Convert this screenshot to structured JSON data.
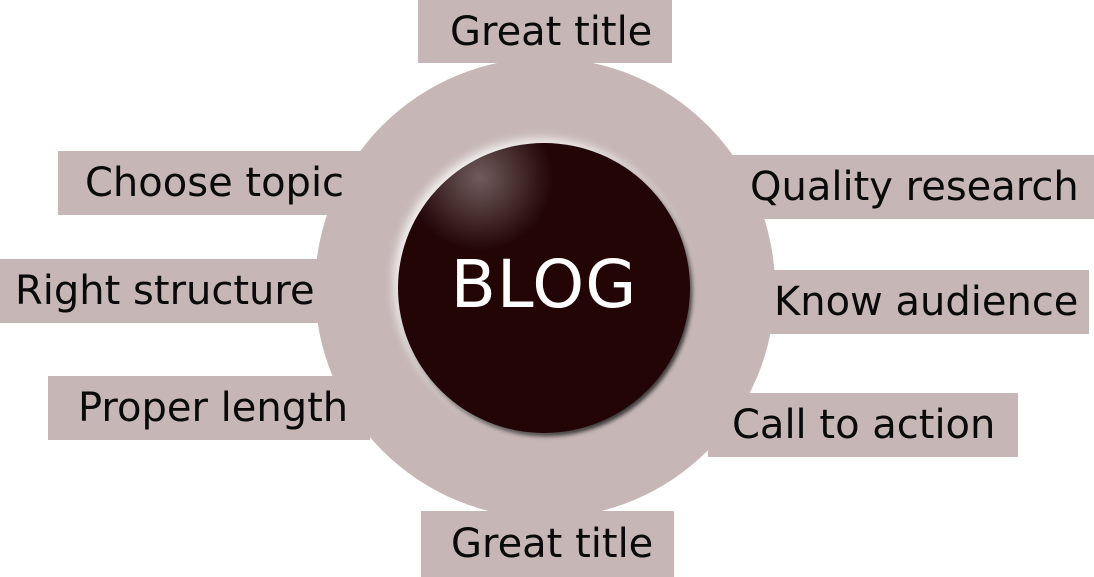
{
  "diagram": {
    "center_label": "BLOG",
    "colors": {
      "ring": "#c6b7b6",
      "hub": "#230506",
      "hub_text": "#ffffff",
      "label_text": "#0a0a0a"
    },
    "items": [
      {
        "position": "top",
        "label": "Great title"
      },
      {
        "position": "left-upper",
        "label": "Choose topic"
      },
      {
        "position": "left-middle",
        "label": "Right structure"
      },
      {
        "position": "left-lower",
        "label": "Proper length"
      },
      {
        "position": "right-upper",
        "label": "Quality research"
      },
      {
        "position": "right-middle",
        "label": "Know audience"
      },
      {
        "position": "right-lower",
        "label": "Call to action"
      },
      {
        "position": "bottom",
        "label": "Great title"
      }
    ]
  }
}
